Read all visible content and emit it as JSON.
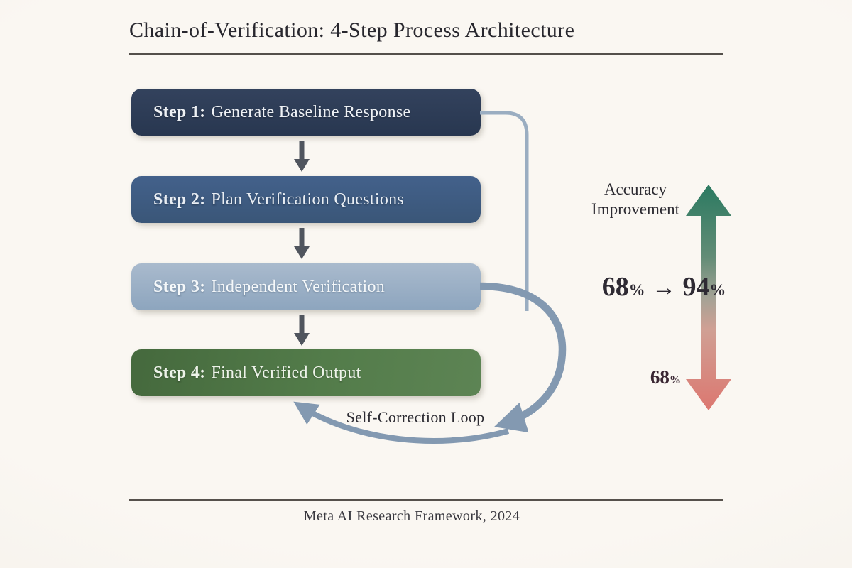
{
  "title": "Chain-of-Verification: 4-Step Process Architecture",
  "steps": [
    {
      "prefix": "Step 1:",
      "label": "Generate Baseline Response",
      "color": "#2b3a54"
    },
    {
      "prefix": "Step 2:",
      "label": "Plan Verification Questions",
      "color": "#3e5b80"
    },
    {
      "prefix": "Step 3:",
      "label": "Independent Verification",
      "color": "#96abc2"
    },
    {
      "prefix": "Step 4:",
      "label": "Final Verified Output",
      "color": "#507a48"
    }
  ],
  "loop": {
    "label": "Self-Correction Loop",
    "arrow_color": "#8399b1"
  },
  "accuracy": {
    "title_line1": "Accuracy",
    "title_line2": "Improvement",
    "from_value": "68",
    "to_value": "94",
    "percent_sign": "%",
    "arrow_glyph": "→",
    "baseline_value": "68",
    "gradient_top_color": "#2b7a61",
    "gradient_bottom_color": "#dc7770"
  },
  "footer": "Meta AI Research Framework, 2024"
}
